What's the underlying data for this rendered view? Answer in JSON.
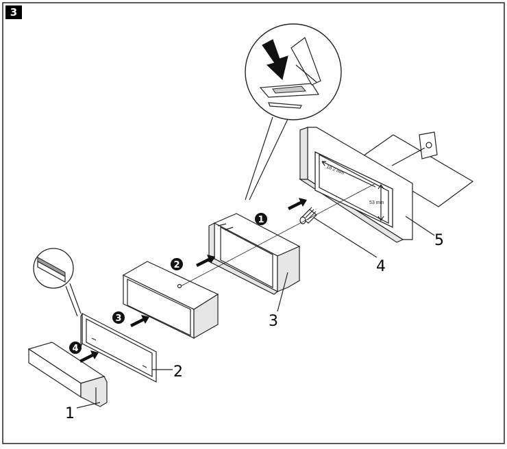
{
  "step_number": "3",
  "callouts": {
    "c1": "1",
    "c2": "2",
    "c3": "3",
    "c4": "4",
    "c5": "5"
  },
  "steps": {
    "s1": "1",
    "s2": "2",
    "s3": "3",
    "s4": "4"
  },
  "dimensions": {
    "width": "18 2 mm",
    "height": "53 mm"
  },
  "colors": {
    "line": "#222222",
    "badge": "#000000",
    "detail_grey": "#c8c8c8"
  }
}
